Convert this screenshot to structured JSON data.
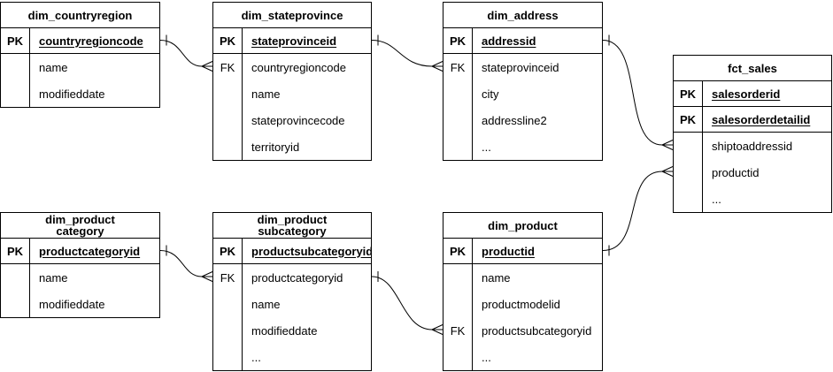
{
  "colors": {
    "background": "#ffffff",
    "line": "#000000",
    "text": "#000000"
  },
  "tables": [
    {
      "id": "dim_countryregion",
      "title": "dim_countryregion",
      "rows": [
        {
          "key": "PK",
          "name": "countryregioncode",
          "is_pk": true
        },
        {
          "key": "",
          "name": "name"
        },
        {
          "key": "",
          "name": "modifieddate"
        }
      ]
    },
    {
      "id": "dim_stateprovince",
      "title": "dim_stateprovince",
      "rows": [
        {
          "key": "PK",
          "name": "stateprovinceid",
          "is_pk": true
        },
        {
          "key": "FK",
          "name": "countryregioncode"
        },
        {
          "key": "",
          "name": "name"
        },
        {
          "key": "",
          "name": "stateprovincecode"
        },
        {
          "key": "",
          "name": "territoryid"
        }
      ]
    },
    {
      "id": "dim_address",
      "title": "dim_address",
      "rows": [
        {
          "key": "PK",
          "name": "addressid",
          "is_pk": true
        },
        {
          "key": "FK",
          "name": "stateprovinceid"
        },
        {
          "key": "",
          "name": "city"
        },
        {
          "key": "",
          "name": "addressline2"
        },
        {
          "key": "",
          "name": "..."
        }
      ]
    },
    {
      "id": "fct_sales",
      "title": "fct_sales",
      "rows": [
        {
          "key": "PK",
          "name": "salesorderid",
          "is_pk": true
        },
        {
          "key": "PK",
          "name": "salesorderdetailid",
          "is_pk": true
        },
        {
          "key": "",
          "name": "shiptoaddressid"
        },
        {
          "key": "",
          "name": "productid"
        },
        {
          "key": "",
          "name": "..."
        }
      ]
    },
    {
      "id": "dim_productcategory",
      "title": "dim_product\ncategory",
      "rows": [
        {
          "key": "PK",
          "name": "productcategoryid",
          "is_pk": true
        },
        {
          "key": "",
          "name": "name"
        },
        {
          "key": "",
          "name": "modifieddate"
        }
      ]
    },
    {
      "id": "dim_productsubcategory",
      "title": "dim_product\nsubcategory",
      "rows": [
        {
          "key": "PK",
          "name": "productsubcategoryid",
          "is_pk": true
        },
        {
          "key": "FK",
          "name": "productcategoryid"
        },
        {
          "key": "",
          "name": "name"
        },
        {
          "key": "",
          "name": "modifieddate"
        },
        {
          "key": "",
          "name": "..."
        }
      ]
    },
    {
      "id": "dim_product",
      "title": "dim_product",
      "rows": [
        {
          "key": "PK",
          "name": "productid",
          "is_pk": true
        },
        {
          "key": "",
          "name": "name"
        },
        {
          "key": "",
          "name": "productmodelid"
        },
        {
          "key": "FK",
          "name": "productsubcategoryid"
        },
        {
          "key": "",
          "name": "..."
        }
      ]
    }
  ],
  "relationships": [
    {
      "from": "dim_countryregion",
      "to": "dim_stateprovince",
      "to_field": "countryregioncode",
      "from_cardinality": "one",
      "to_cardinality": "many"
    },
    {
      "from": "dim_stateprovince",
      "to": "dim_address",
      "to_field": "stateprovinceid",
      "from_cardinality": "one",
      "to_cardinality": "many"
    },
    {
      "from": "dim_address",
      "to": "fct_sales",
      "to_field": "shiptoaddressid",
      "from_cardinality": "one",
      "to_cardinality": "many"
    },
    {
      "from": "dim_product",
      "to": "fct_sales",
      "to_field": "productid",
      "from_cardinality": "one",
      "to_cardinality": "many"
    },
    {
      "from": "dim_productcategory",
      "to": "dim_productsubcategory",
      "to_field": "productcategoryid",
      "from_cardinality": "one",
      "to_cardinality": "many"
    },
    {
      "from": "dim_productsubcategory",
      "to": "dim_product",
      "to_field": "productsubcategoryid",
      "from_cardinality": "one",
      "to_cardinality": "many"
    }
  ]
}
